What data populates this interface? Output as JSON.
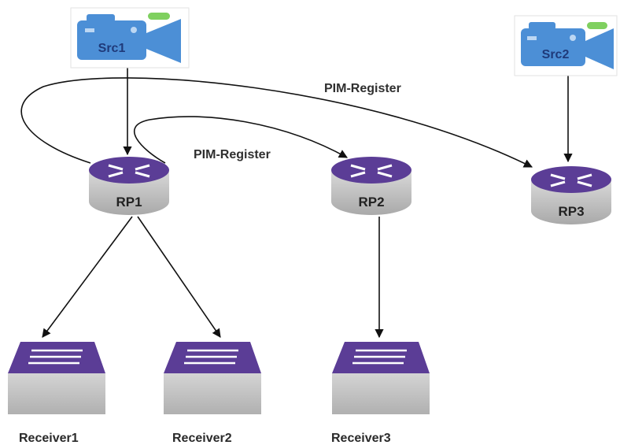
{
  "sources": [
    {
      "id": "src1",
      "label": "Src1"
    },
    {
      "id": "src2",
      "label": "Src2"
    }
  ],
  "routers": [
    {
      "id": "rp1",
      "label": "RP1"
    },
    {
      "id": "rp2",
      "label": "RP2"
    },
    {
      "id": "rp3",
      "label": "RP3"
    }
  ],
  "receivers": [
    {
      "id": "receiver1",
      "label": "Receiver1"
    },
    {
      "id": "receiver2",
      "label": "Receiver2"
    },
    {
      "id": "receiver3",
      "label": "Receiver3"
    }
  ],
  "edge_labels": {
    "register_rp3": "PIM-Register",
    "register_rp2": "PIM-Register"
  },
  "colors": {
    "router_top": "#5b3d96",
    "router_body": "#c9c9c9",
    "switch_top": "#5b3d96",
    "switch_body": "#c4c4c4",
    "camera": "#4c8fd6",
    "camera_light": "#7fd05f"
  }
}
